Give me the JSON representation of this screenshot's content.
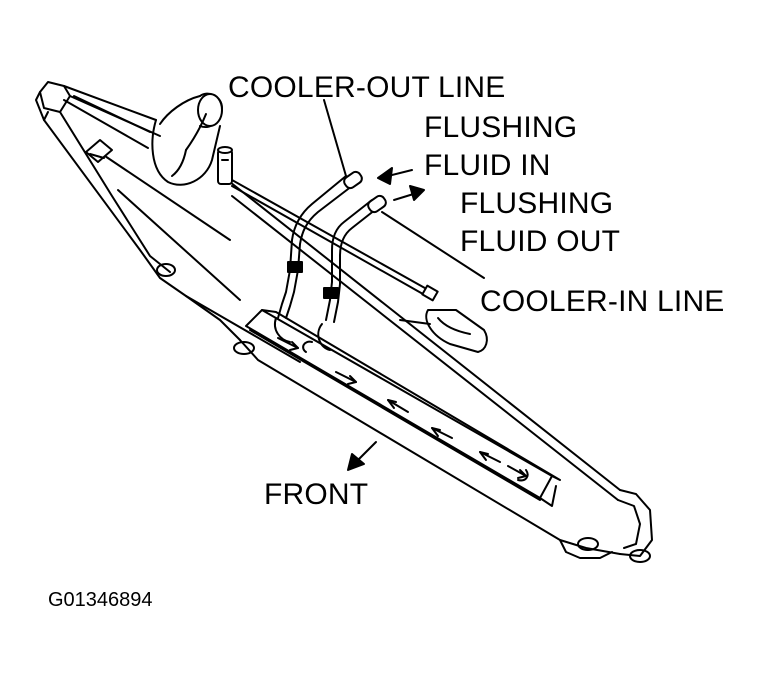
{
  "labels": {
    "cooler_out_line": "COOLER-OUT LINE",
    "flushing_fluid_in_line1": "FLUSHING",
    "flushing_fluid_in_line2": "FLUID IN",
    "flushing_fluid_out_line1": "FLUSHING",
    "flushing_fluid_out_line2": "FLUID OUT",
    "cooler_in_line": "COOLER-IN LINE",
    "front": "FRONT"
  },
  "figure_id": "G01346894",
  "colors": {
    "ink": "#000000",
    "paper": "#ffffff"
  }
}
